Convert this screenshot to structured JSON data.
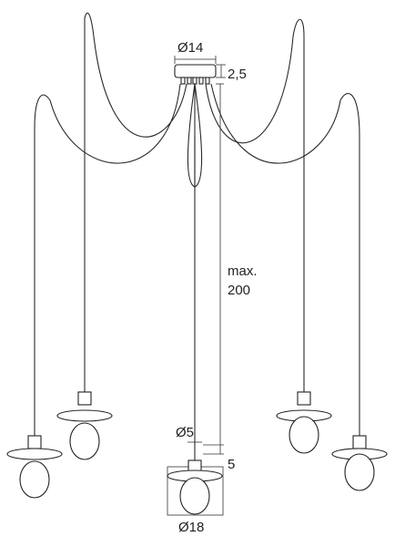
{
  "dimensions": {
    "canopy_diameter": "Ø14",
    "canopy_height": "2,5",
    "cable_length_line1": "max.",
    "cable_length_line2": "200",
    "holder_diameter": "Ø5",
    "holder_height": "5",
    "shade_diameter": "Ø18"
  },
  "colors": {
    "stroke": "#222222",
    "background": "#ffffff"
  }
}
